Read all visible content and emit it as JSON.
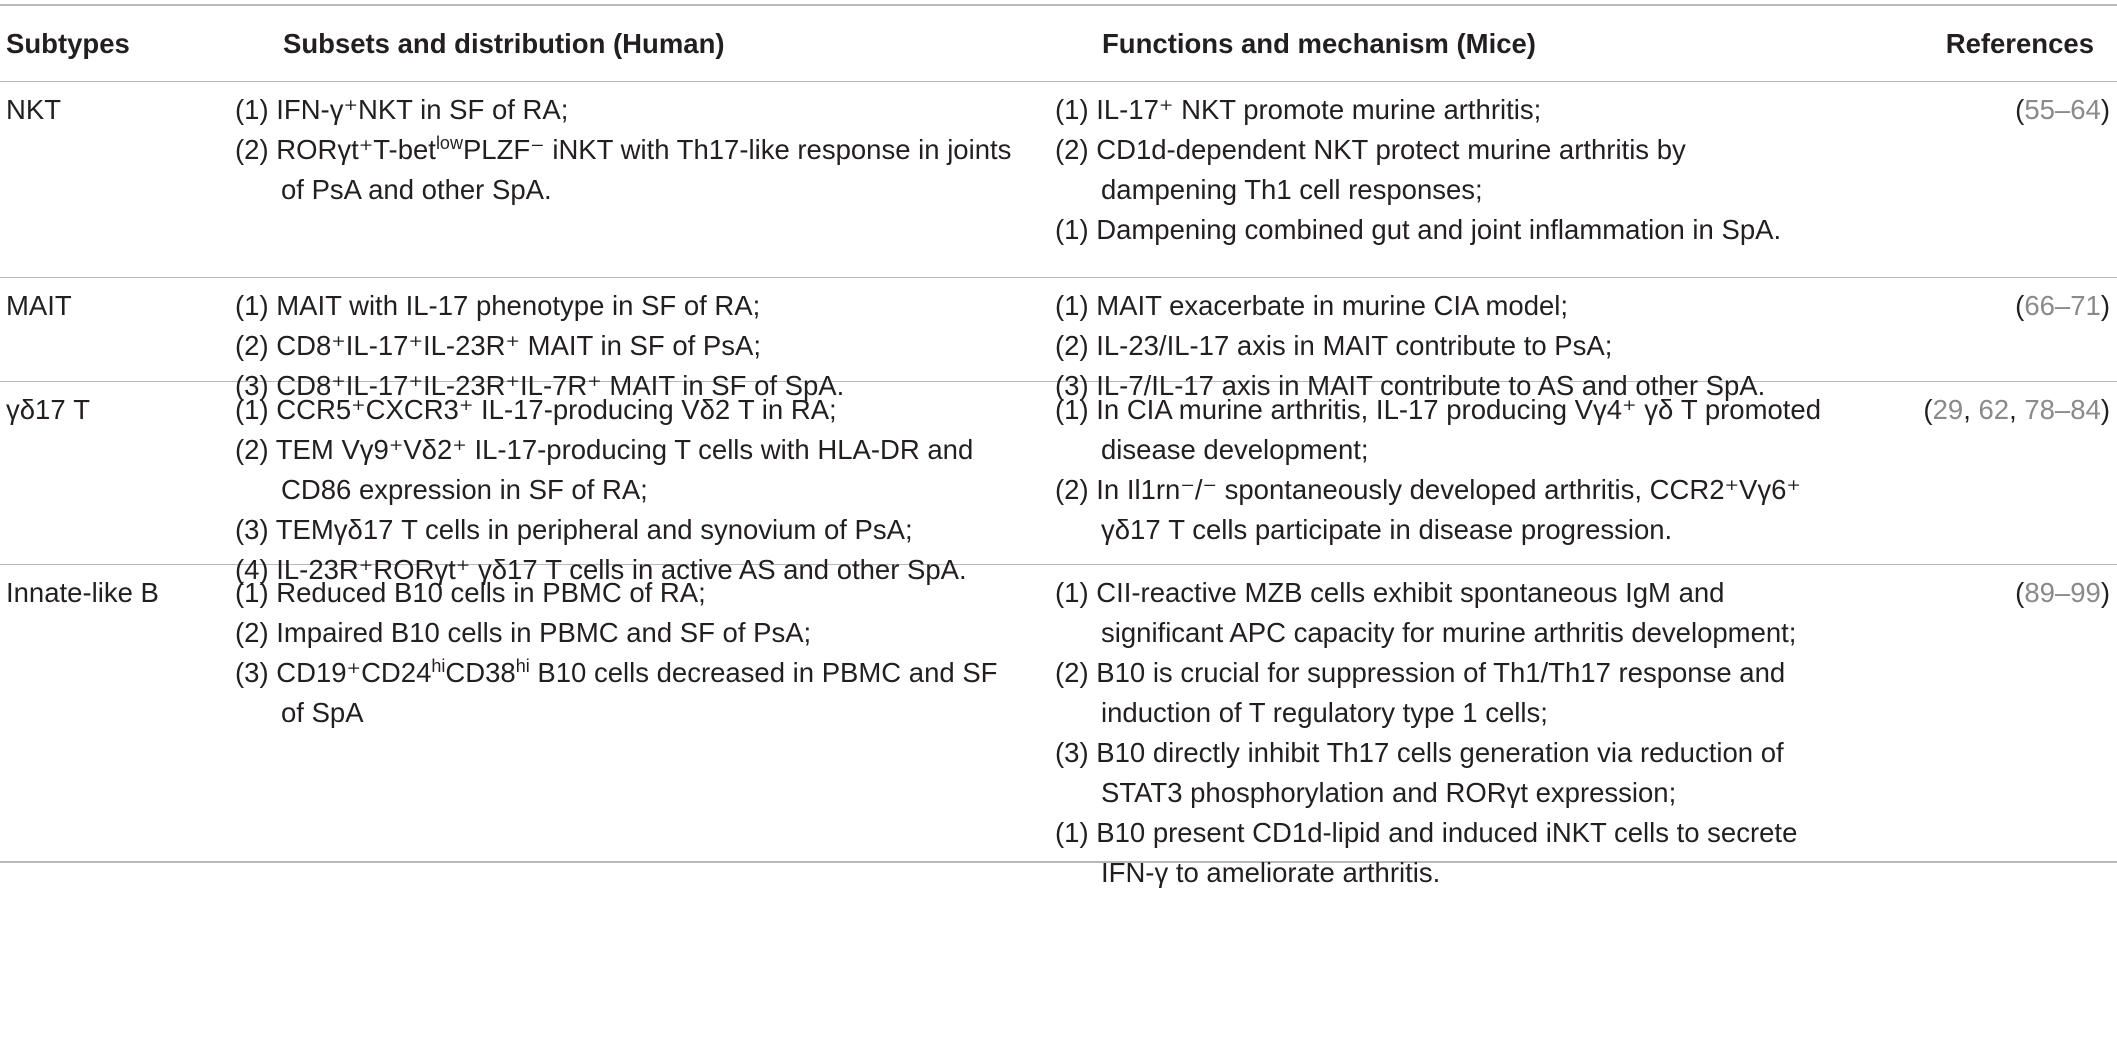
{
  "headers": {
    "subtypes": "Subtypes",
    "subsets": "Subsets and distribution (Human)",
    "functions": "Functions and mechanism (Mice)",
    "references": "References"
  },
  "rows": [
    {
      "subtype": "NKT",
      "subsets": [
        "(1) IFN-γ⁺NKT in SF of RA;",
        "(2) RORγt⁺T-bet^low^PLZF⁻ iNKT with Th17-like response in joints of PsA and other SpA."
      ],
      "functions": [
        "(1) IL-17⁺ NKT promote murine arthritis;",
        "(2) CD1d-dependent NKT protect murine arthritis by dampening Th1 cell responses;",
        "(1) Dampening combined gut and joint inflammation in SpA."
      ],
      "references": {
        "open": "(",
        "parts": [
          "55–64"
        ],
        "close": ")"
      }
    },
    {
      "subtype": "MAIT",
      "subsets": [
        "(1) MAIT with IL-17 phenotype in SF of RA;",
        "(2) CD8⁺IL-17⁺IL-23R⁺ MAIT in SF of PsA;",
        "(3) CD8⁺IL-17⁺IL-23R⁺IL-7R⁺ MAIT in SF of SpA."
      ],
      "functions": [
        "(1) MAIT exacerbate in murine CIA model;",
        "(2) IL-23/IL-17 axis in MAIT contribute to PsA;",
        "(3) IL-7/IL-17 axis in MAIT contribute to AS and other SpA."
      ],
      "references": {
        "open": "(",
        "parts": [
          "66–71"
        ],
        "close": ")"
      }
    },
    {
      "subtype": "γδ17 T",
      "subsets": [
        "(1) CCR5⁺CXCR3⁺ IL-17-producing Vδ2 T in RA;",
        "(2) TEM Vγ9⁺Vδ2⁺ IL-17-producing T cells with HLA-DR and CD86 expression in SF of RA;",
        "(3) TEMγδ17 T cells in peripheral and synovium of PsA;",
        "(4) IL-23R⁺RORγt⁺ γδ17 T cells in active AS and other SpA."
      ],
      "functions": [
        "(1) In CIA murine arthritis, IL-17 producing Vγ4⁺ γδ T promoted disease development;",
        "(2) In Il1rn⁻/⁻ spontaneously developed arthritis, CCR2⁺Vγ6⁺ γδ17 T cells participate in disease progression."
      ],
      "references": {
        "open": "(",
        "parts": [
          "29",
          "62",
          "78–84"
        ],
        "close": ")"
      }
    },
    {
      "subtype": "Innate-like B",
      "subsets": [
        "(1) Reduced B10 cells in PBMC of RA;",
        "(2) Impaired B10 cells in PBMC and SF of PsA;",
        "(3) CD19⁺CD24^hi^CD38^hi^ B10 cells decreased in PBMC and SF of SpA"
      ],
      "functions": [
        "(1) CII-reactive MZB cells exhibit spontaneous IgM and significant APC capacity for murine arthritis development;",
        "(2) B10 is crucial for suppression of Th1/Th17 response and induction of T regulatory type 1 cells;",
        "(3) B10 directly inhibit Th17 cells generation via reduction of STAT3 phosphorylation and RORγt expression;",
        "(1) B10 present CD1d-lipid and induced iNKT cells to secrete IFN-γ to ameliorate arthritis."
      ],
      "references": {
        "open": "(",
        "parts": [
          "89–99"
        ],
        "close": ")"
      }
    }
  ]
}
